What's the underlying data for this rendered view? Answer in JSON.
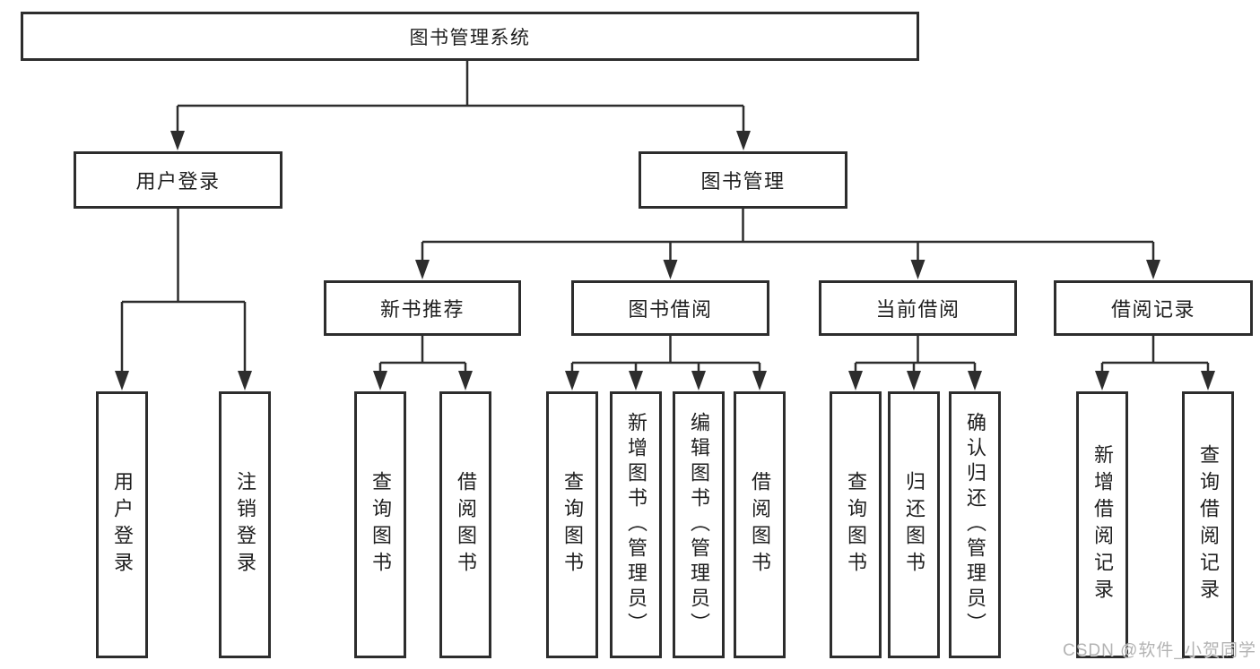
{
  "diagram": {
    "title": "图书管理系统",
    "type": "hierarchy-diagram"
  },
  "tree": {
    "label": "图书管理系统",
    "children": [
      {
        "label": "用户登录",
        "children": [
          {
            "label": "用户登录"
          },
          {
            "label": "注销登录"
          }
        ]
      },
      {
        "label": "图书管理",
        "children": [
          {
            "label": "新书推荐",
            "children": [
              {
                "label": "查询图书"
              },
              {
                "label": "借阅图书"
              }
            ]
          },
          {
            "label": "图书借阅",
            "children": [
              {
                "label": "查询图书"
              },
              {
                "label": "新增图书（管理员）"
              },
              {
                "label": "编辑图书（管理员）"
              },
              {
                "label": "借阅图书"
              }
            ]
          },
          {
            "label": "当前借阅",
            "children": [
              {
                "label": "查询图书"
              },
              {
                "label": "归还图书"
              },
              {
                "label": "确认归还（管理员）"
              }
            ]
          },
          {
            "label": "借阅记录",
            "children": [
              {
                "label": "新增借阅记录"
              },
              {
                "label": "查询借阅记录"
              }
            ]
          }
        ]
      }
    ]
  },
  "watermark": {
    "text": "CSDN @软件_小贺同学"
  },
  "colors": {
    "line": "#2d2d2d",
    "text": "#1f1f1f",
    "background": "#ffffff",
    "watermark": "#acacac"
  }
}
